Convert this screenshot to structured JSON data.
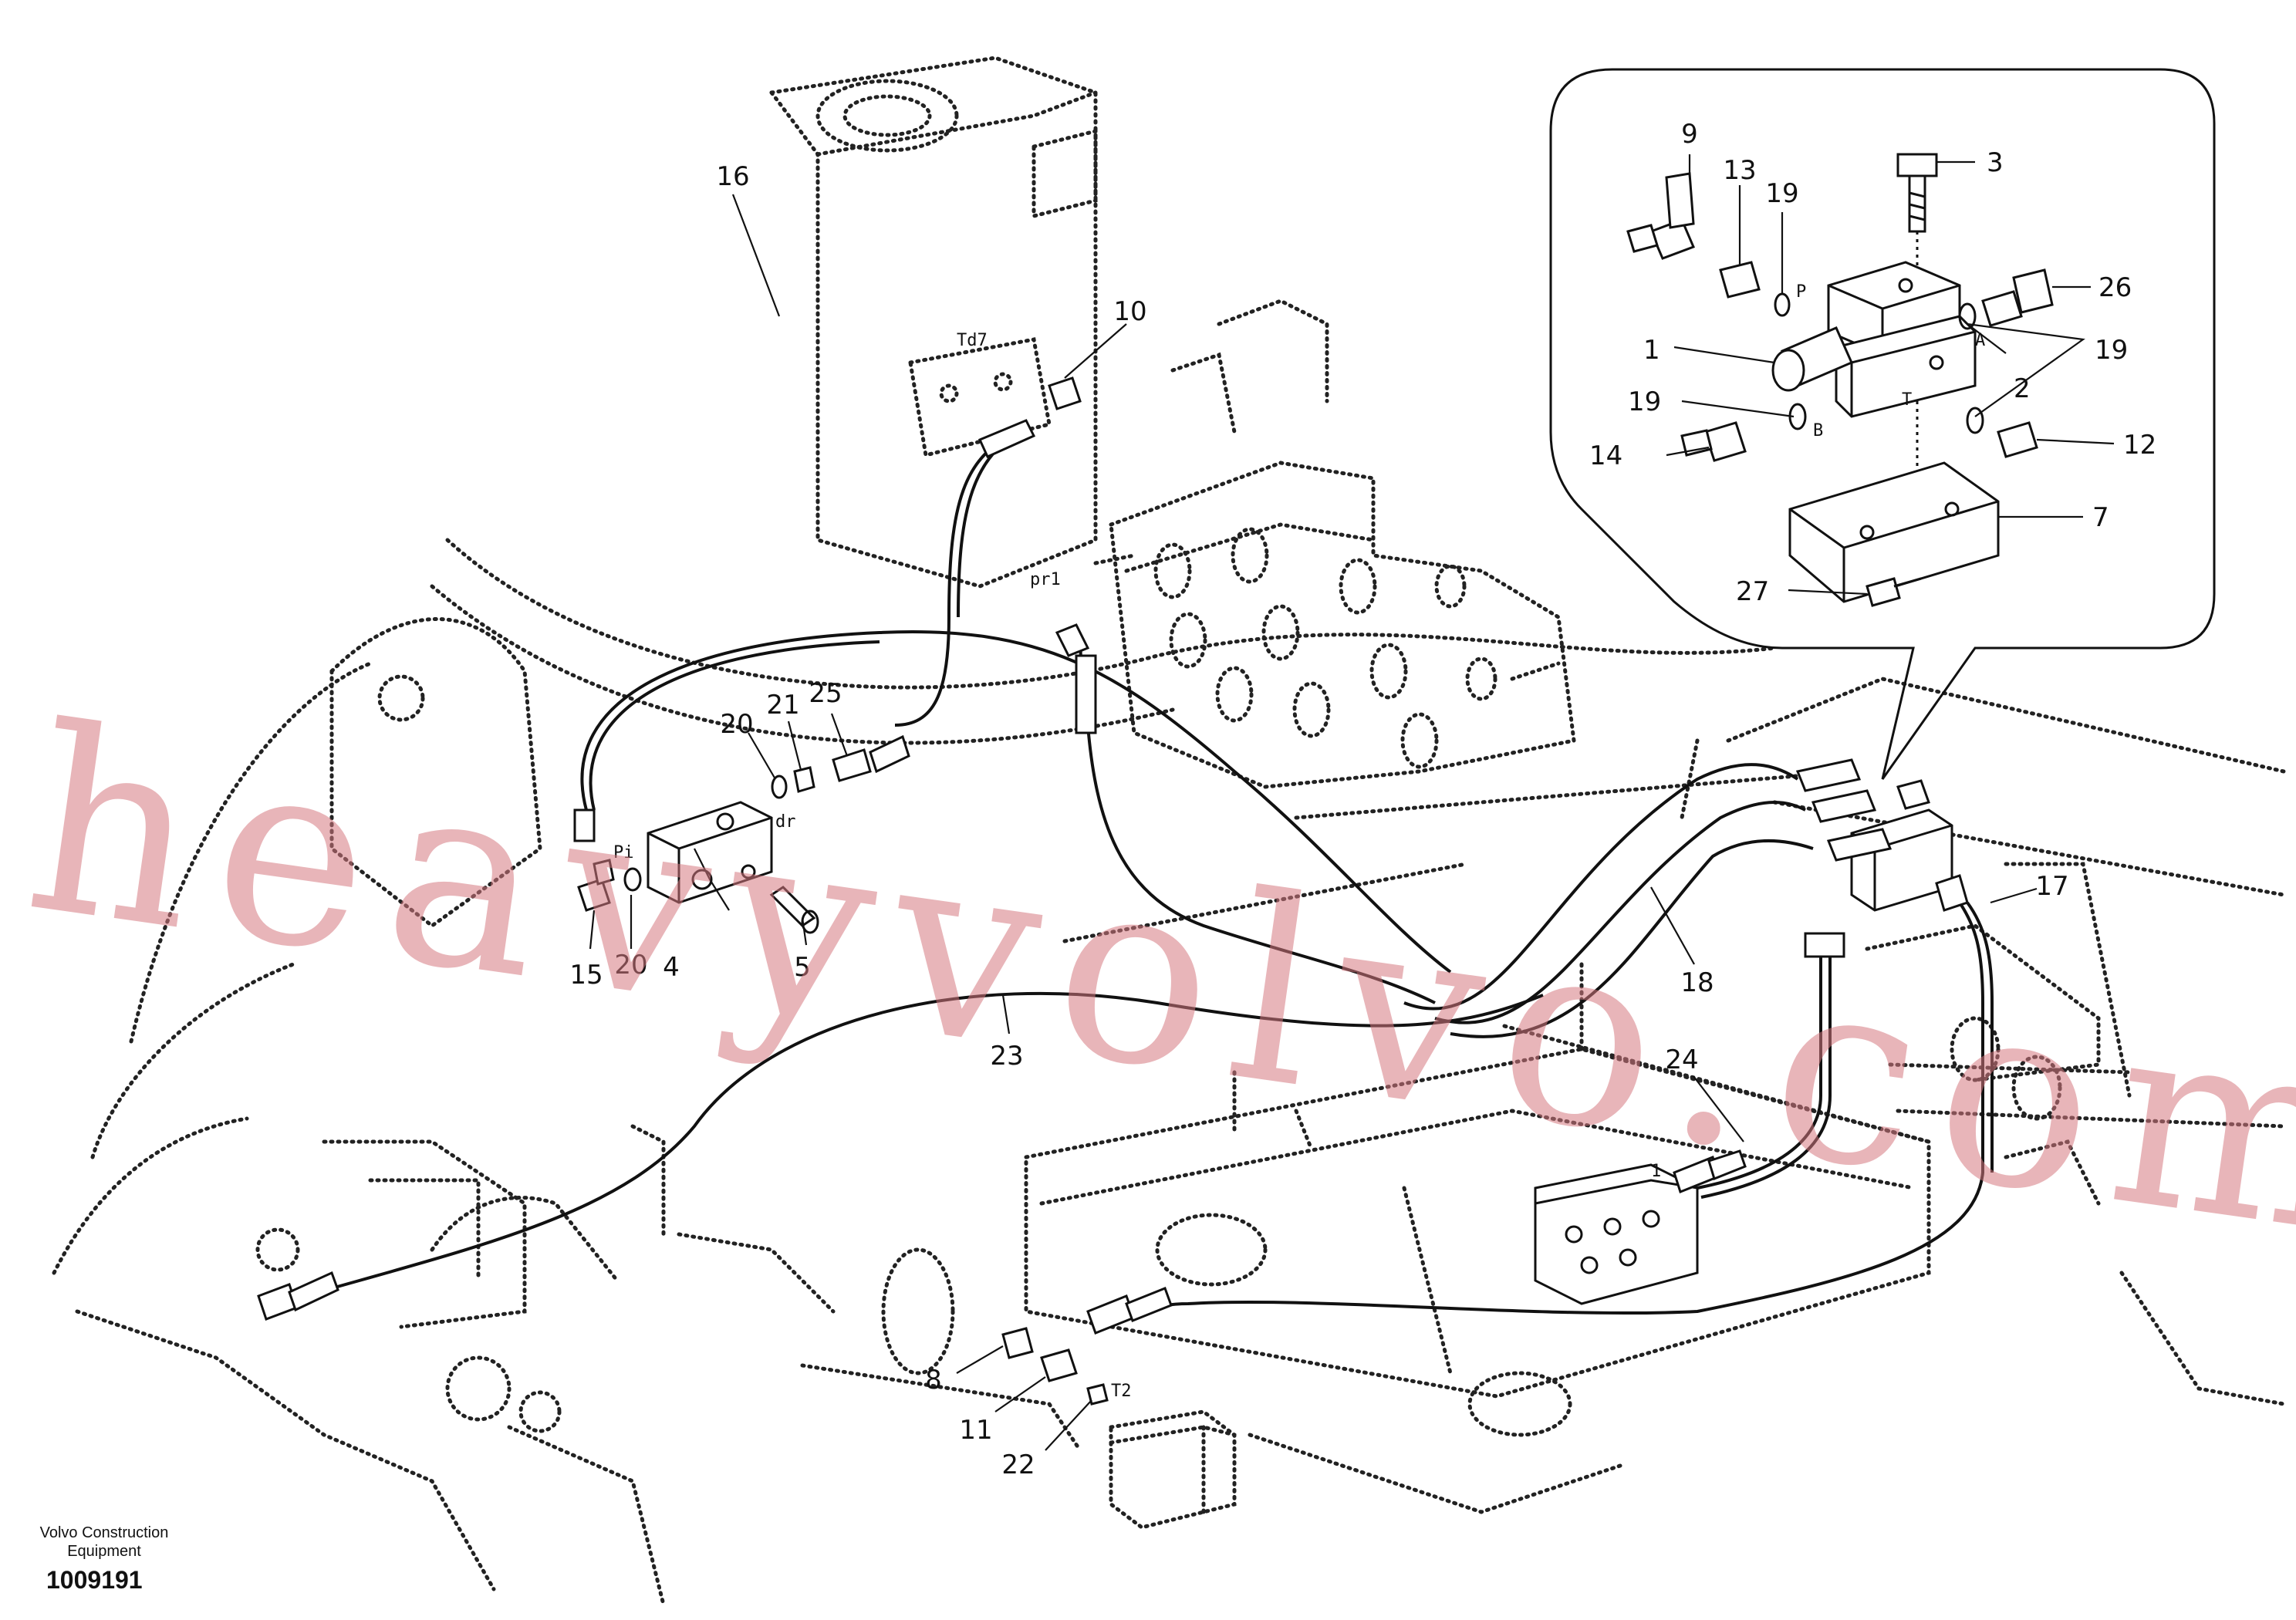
{
  "diagram": {
    "watermark": "heavyvolvo.com",
    "brand": "Volvo Construction Equipment",
    "document_number": "1009191",
    "colors": {
      "line": "#111111",
      "watermark": "#d67880",
      "background": "#ffffff"
    },
    "callouts": {
      "c1": "1",
      "c2": "2",
      "c3": "3",
      "c4": "4",
      "c5": "5",
      "c7": "7",
      "c8": "8",
      "c9": "9",
      "c10": "10",
      "c11": "11",
      "c12": "12",
      "c13": "13",
      "c14": "14",
      "c15": "15",
      "c16": "16",
      "c17": "17",
      "c18": "18",
      "c19a": "19",
      "c19b": "19",
      "c19c": "19",
      "c20a": "20",
      "c20b": "20",
      "c21": "21",
      "c22": "22",
      "c23": "23",
      "c24": "24",
      "c25": "25",
      "c26": "26",
      "c27": "27"
    },
    "port_labels": {
      "p": "P",
      "a": "A",
      "b": "B",
      "t": "T",
      "pi": "Pi",
      "dr": "dr",
      "td7": "Td7",
      "pr1": "pr1",
      "t2": "T2",
      "port1": "1"
    }
  }
}
